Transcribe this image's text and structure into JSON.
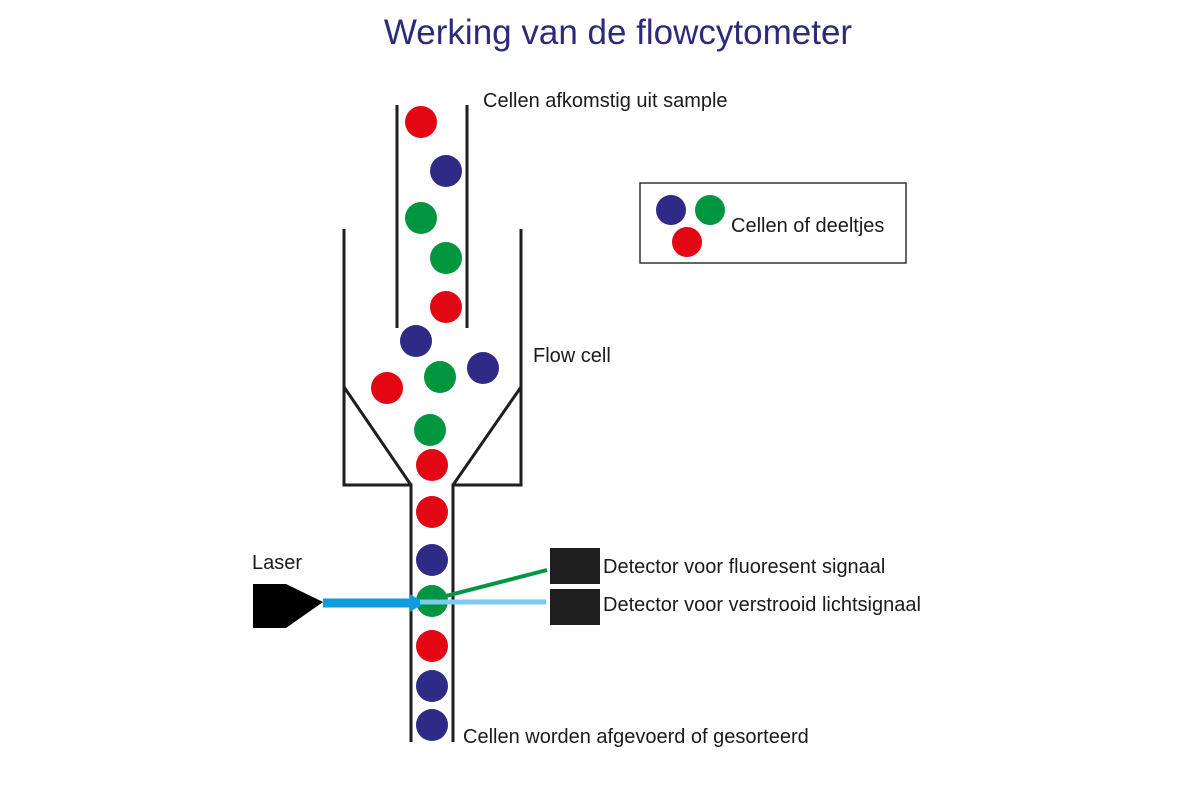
{
  "title": "Werking van de flowcytometer",
  "colors": {
    "title": "#2e2a7a",
    "cell_red": "#e30613",
    "cell_blue": "#2e2a86",
    "cell_green": "#00953f",
    "laser_beam": "#0f9be0",
    "scatter_beam": "#7ccbef",
    "fluorescence_beam": "#00953f",
    "detector": "#1e1e1e",
    "laser_body": "#000000",
    "wall": "#1e1e1e"
  },
  "labels": {
    "sample_inlet": "Cellen afkomstig uit sample",
    "flow_cell": "Flow cell",
    "laser": "Laser",
    "fluorescence_detector": "Detector voor fluoresent signaal",
    "scatter_detector": "Detector voor verstrooid lichtsignaal",
    "outlet": "Cellen worden afgevoerd of gesorteerd"
  },
  "legend": {
    "label": "Cellen of deeltjes",
    "cells": [
      "blue",
      "green",
      "red"
    ]
  },
  "cells": {
    "sample_tube": [
      "red",
      "blue",
      "green",
      "green",
      "red"
    ],
    "flow_chamber": [
      "blue",
      "blue",
      "red",
      "green"
    ],
    "funnel": [
      "green",
      "red"
    ],
    "channel": [
      "red",
      "blue",
      "green",
      "red",
      "blue",
      "blue"
    ]
  }
}
